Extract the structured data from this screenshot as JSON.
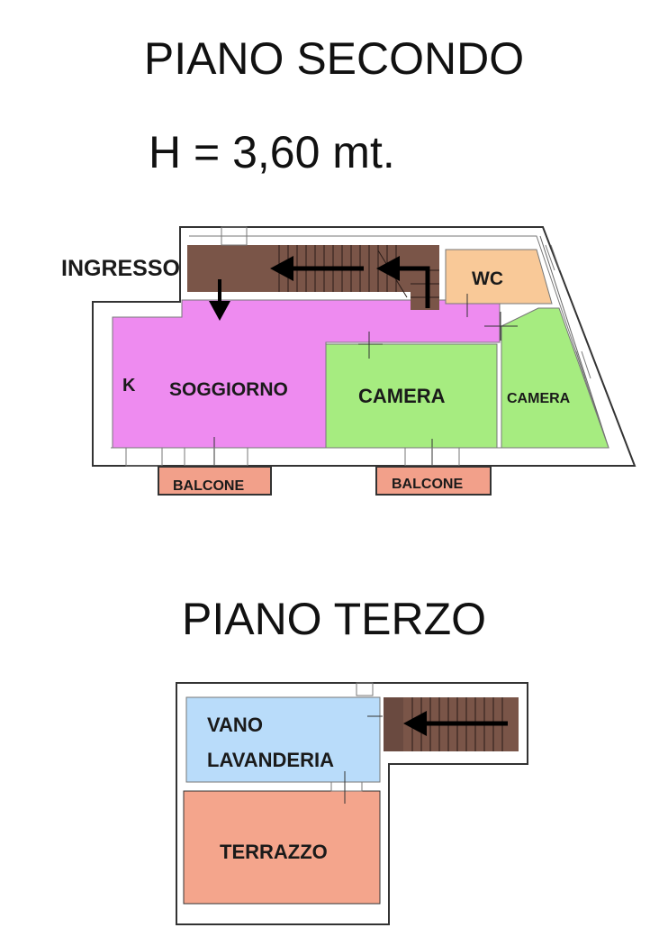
{
  "floors": [
    {
      "title": "PIANO SECONDO",
      "height_note": "H = 3,60 mt.",
      "rooms": {
        "ingresso": "INGRESSO",
        "wc": "WC",
        "k": "K",
        "soggiorno": "SOGGIORNO",
        "camera_1": "CAMERA",
        "camera_2": "CAMERA",
        "balcone_1": "BALCONE",
        "balcone_2": "BALCONE"
      }
    },
    {
      "title": "PIANO TERZO",
      "rooms": {
        "vano_line1": "VANO",
        "vano_line2": "LAVANDERIA",
        "terrazzo": "TERRAZZO"
      }
    }
  ],
  "colors": {
    "soggiorno": "#ee8bf0",
    "camera": "#a6ec80",
    "wc": "#f9c998",
    "stairs": "#7a5548",
    "balcone": "#f2a08a",
    "vano": "#b9dcfa",
    "terrazzo": "#f4a58c"
  }
}
